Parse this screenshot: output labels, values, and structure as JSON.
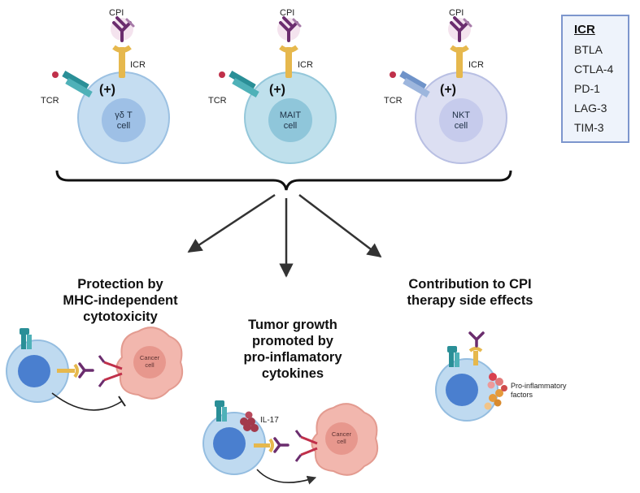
{
  "top_cells": [
    {
      "cpi": "CPI",
      "icr": "ICR",
      "tcr": "TCR",
      "plus": "(+)",
      "name_line1": "γδ T",
      "name_line2": "cell",
      "color": "#c5ddf1",
      "nucleus_color": "#9ec0e6"
    },
    {
      "cpi": "CPI",
      "icr": "ICR",
      "tcr": "TCR",
      "plus": "(+)",
      "name_line1": "MAIT",
      "name_line2": "cell",
      "color": "#bfe0ec",
      "nucleus_color": "#8fc6da"
    },
    {
      "cpi": "CPI",
      "icr": "ICR",
      "tcr": "TCR",
      "plus": "(+)",
      "name_line1": "NKT",
      "name_line2": "cell",
      "color": "#dcdff2",
      "nucleus_color": "#c6cbec"
    }
  ],
  "icr_box": {
    "title": "ICR",
    "items": [
      "BTLA",
      "CTLA-4",
      "PD-1",
      "LAG-3",
      "TIM-3"
    ]
  },
  "outcomes": {
    "left": {
      "line1": "Protection by",
      "line2": "MHC-independent",
      "line3": "cytotoxicity",
      "cancer_line1": "Cancer",
      "cancer_line2": "cell"
    },
    "middle": {
      "line1": "Tumor growth",
      "line2": "promoted by",
      "line3": "pro-inflamatory",
      "line4": "cytokines",
      "cytokine": "IL-17",
      "cancer_line1": "Cancer",
      "cancer_line2": "cell"
    },
    "right": {
      "line1": "Contribution to CPI",
      "line2": "therapy side effects",
      "factors_line1": "Pro-inflammatory",
      "factors_line2": "factors"
    }
  },
  "colors": {
    "tcr_teal": "#2a8f97",
    "tcr_blue": "#6f93c9",
    "antibody": "#6b2d6e",
    "icr_gold": "#e6b84d",
    "cancer_pink": "#f2b7ae",
    "cytokine_red": "#a33a4c",
    "factor_orange": "#e59a3b",
    "arrow": "#333333"
  }
}
